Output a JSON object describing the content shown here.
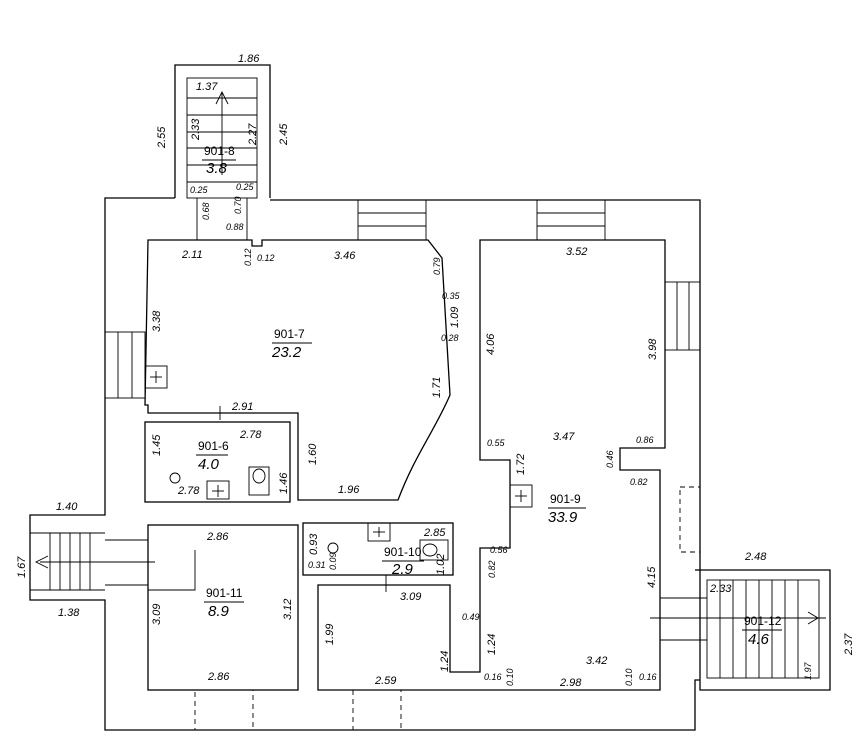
{
  "rooms": [
    {
      "id": "901-7",
      "area": "23.2"
    },
    {
      "id": "901-6",
      "area": "4.0"
    },
    {
      "id": "901-8",
      "area": "3.8"
    },
    {
      "id": "901-9",
      "area": "33.9"
    },
    {
      "id": "901-10",
      "area": "2.9"
    },
    {
      "id": "901-11",
      "area": "8.9"
    },
    {
      "id": "901-12",
      "area": "4.6"
    }
  ],
  "dimensions": {
    "stair_top_width": "1.86",
    "stair_top_inner": "1.37",
    "stair_top_left": "2.55",
    "stair_top_h1": "2.33",
    "stair_top_h2": "2.27",
    "stair_top_right": "2.45",
    "stair_top_w1": "0.25",
    "stair_top_w2": "0.25",
    "stair_top_d1": "0.68",
    "stair_top_d2": "0.70",
    "stair_top_d3": "0.88",
    "r7_top_left": "2.11",
    "r7_notch1": "0.12",
    "r7_notch2": "0.12",
    "r7_top": "3.46",
    "r7_c1": "0.79",
    "r7_c2": "0.35",
    "r7_c3": "1.09",
    "r7_c4": "0.28",
    "r7_left": "3.38",
    "r7_diag": "1.71",
    "r7_mid": "2.91",
    "r7_vert": "1.60",
    "r7_bottom": "1.96",
    "r6_width": "2.78",
    "r6_height": "1.45",
    "r6_bottom": "2.78",
    "r6_right": "1.46",
    "r9_top": "3.52",
    "r9_left": "4.06",
    "r9_right": "3.98",
    "r9_mid": "3.47",
    "r9_n1": "0.55",
    "r9_n2": "0.86",
    "r9_n3": "0.46",
    "r9_n4": "0.82",
    "r9_door": "1.72",
    "r9_n5": "0.56",
    "r9_n6": "0.82",
    "r9_right_low": "4.15",
    "r9_n7": "0.49",
    "r9_left_low": "1.24",
    "r9_bottom": "3.42",
    "r9_b1": "0.16",
    "r9_b2": "0.10",
    "r9_b3": "2.98",
    "r9_b4": "0.10",
    "r9_b5": "0.16",
    "r10_width": "2.85",
    "r10_h": "0.93",
    "r10_c1": "0.31",
    "r10_c2": "0.09",
    "r10_c3": "1.02",
    "r10_bottom": "3.09",
    "corr_left": "1.99",
    "corr_right": "1.24",
    "corr_bottom": "2.59",
    "r11_top": "2.86",
    "r11_left": "3.09",
    "r11_right": "3.12",
    "r11_bottom": "2.86",
    "stair_l_top": "1.40",
    "stair_l_h": "1.67",
    "stair_l_bottom": "1.38",
    "stair_r_top": "2.48",
    "stair_r_inner": "2.33",
    "stair_r_h": "2.37",
    "stair_r_h2": "1.97"
  }
}
